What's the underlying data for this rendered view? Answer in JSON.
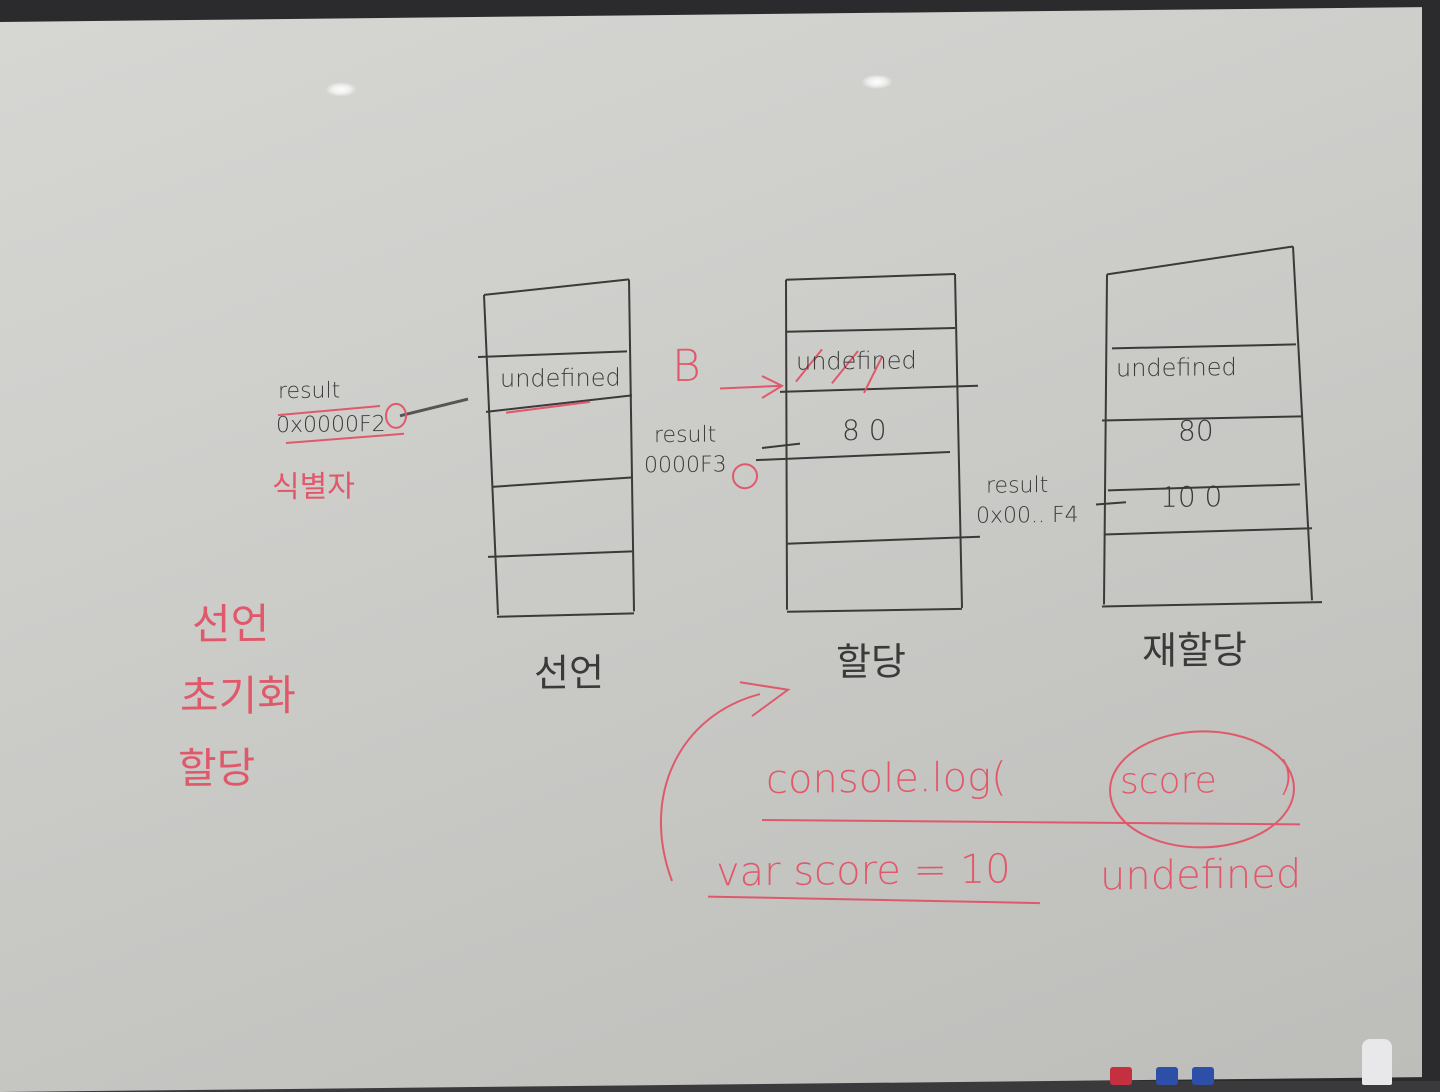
{
  "board": {
    "stack_labels": [
      "선언",
      "할당",
      "재할당"
    ],
    "left_notes": [
      "선언",
      "초기화",
      "할당"
    ],
    "identifier_note": "식별자",
    "col1": {
      "cell_value": "undefined",
      "var_name": "result",
      "address": "0x0000F2"
    },
    "col2": {
      "prefix_letter": "B",
      "cell_values": [
        "undefined",
        "8 0"
      ],
      "var_name": "result",
      "address": "0000F3"
    },
    "col3": {
      "cell_values": [
        "undefined",
        "80",
        "10 0"
      ],
      "var_name": "result",
      "address": "0x00.. F4"
    },
    "code_line1": "console.log(",
    "code_circled": "score",
    "code_line1_end": ")",
    "code_line2": "var score = 10",
    "code_line2_tail": "undefined"
  },
  "colors": {
    "black_marker": "#3a3a3a",
    "red_marker": "#e0596a"
  }
}
